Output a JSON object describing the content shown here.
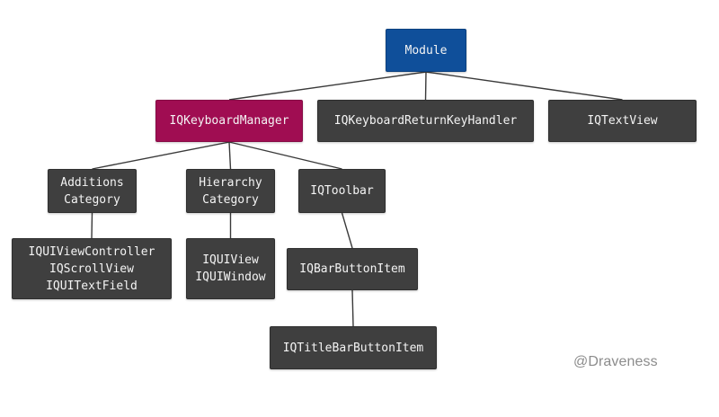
{
  "diagram": {
    "nodes": [
      {
        "id": "module",
        "label": "Module",
        "role": "root",
        "color": "#0f4f9a"
      },
      {
        "id": "keyboard-manager",
        "label": "IQKeyboardManager",
        "role": "primary",
        "color": "#a00d52"
      },
      {
        "id": "return-key-handler",
        "label": "IQKeyboardReturnKeyHandler",
        "role": "standard",
        "color": "#3f3f3f"
      },
      {
        "id": "text-view",
        "label": "IQTextView",
        "role": "standard",
        "color": "#3f3f3f"
      },
      {
        "id": "additions-category",
        "label": "Additions\nCategory",
        "role": "standard",
        "color": "#3f3f3f"
      },
      {
        "id": "hierarchy-category",
        "label": "Hierarchy\nCategory",
        "role": "standard",
        "color": "#3f3f3f"
      },
      {
        "id": "toolbar",
        "label": "IQToolbar",
        "role": "standard",
        "color": "#3f3f3f"
      },
      {
        "id": "additions-list",
        "label": "IQUIViewController\nIQScrollView\nIQUITextField",
        "role": "standard",
        "color": "#3f3f3f"
      },
      {
        "id": "hierarchy-list",
        "label": "IQUIView\nIQUIWindow",
        "role": "standard",
        "color": "#3f3f3f"
      },
      {
        "id": "bar-button-item",
        "label": "IQBarButtonItem",
        "role": "standard",
        "color": "#3f3f3f"
      },
      {
        "id": "title-bar-button-item",
        "label": "IQTitleBarButtonItem",
        "role": "standard",
        "color": "#3f3f3f"
      }
    ],
    "edges": [
      {
        "from": "module",
        "to": "keyboard-manager"
      },
      {
        "from": "module",
        "to": "return-key-handler"
      },
      {
        "from": "module",
        "to": "text-view"
      },
      {
        "from": "keyboard-manager",
        "to": "additions-category"
      },
      {
        "from": "keyboard-manager",
        "to": "hierarchy-category"
      },
      {
        "from": "keyboard-manager",
        "to": "toolbar"
      },
      {
        "from": "additions-category",
        "to": "additions-list"
      },
      {
        "from": "hierarchy-category",
        "to": "hierarchy-list"
      },
      {
        "from": "toolbar",
        "to": "bar-button-item"
      },
      {
        "from": "bar-button-item",
        "to": "title-bar-button-item"
      }
    ],
    "edge_color": "#3a3a3a"
  },
  "watermark": "@Draveness"
}
